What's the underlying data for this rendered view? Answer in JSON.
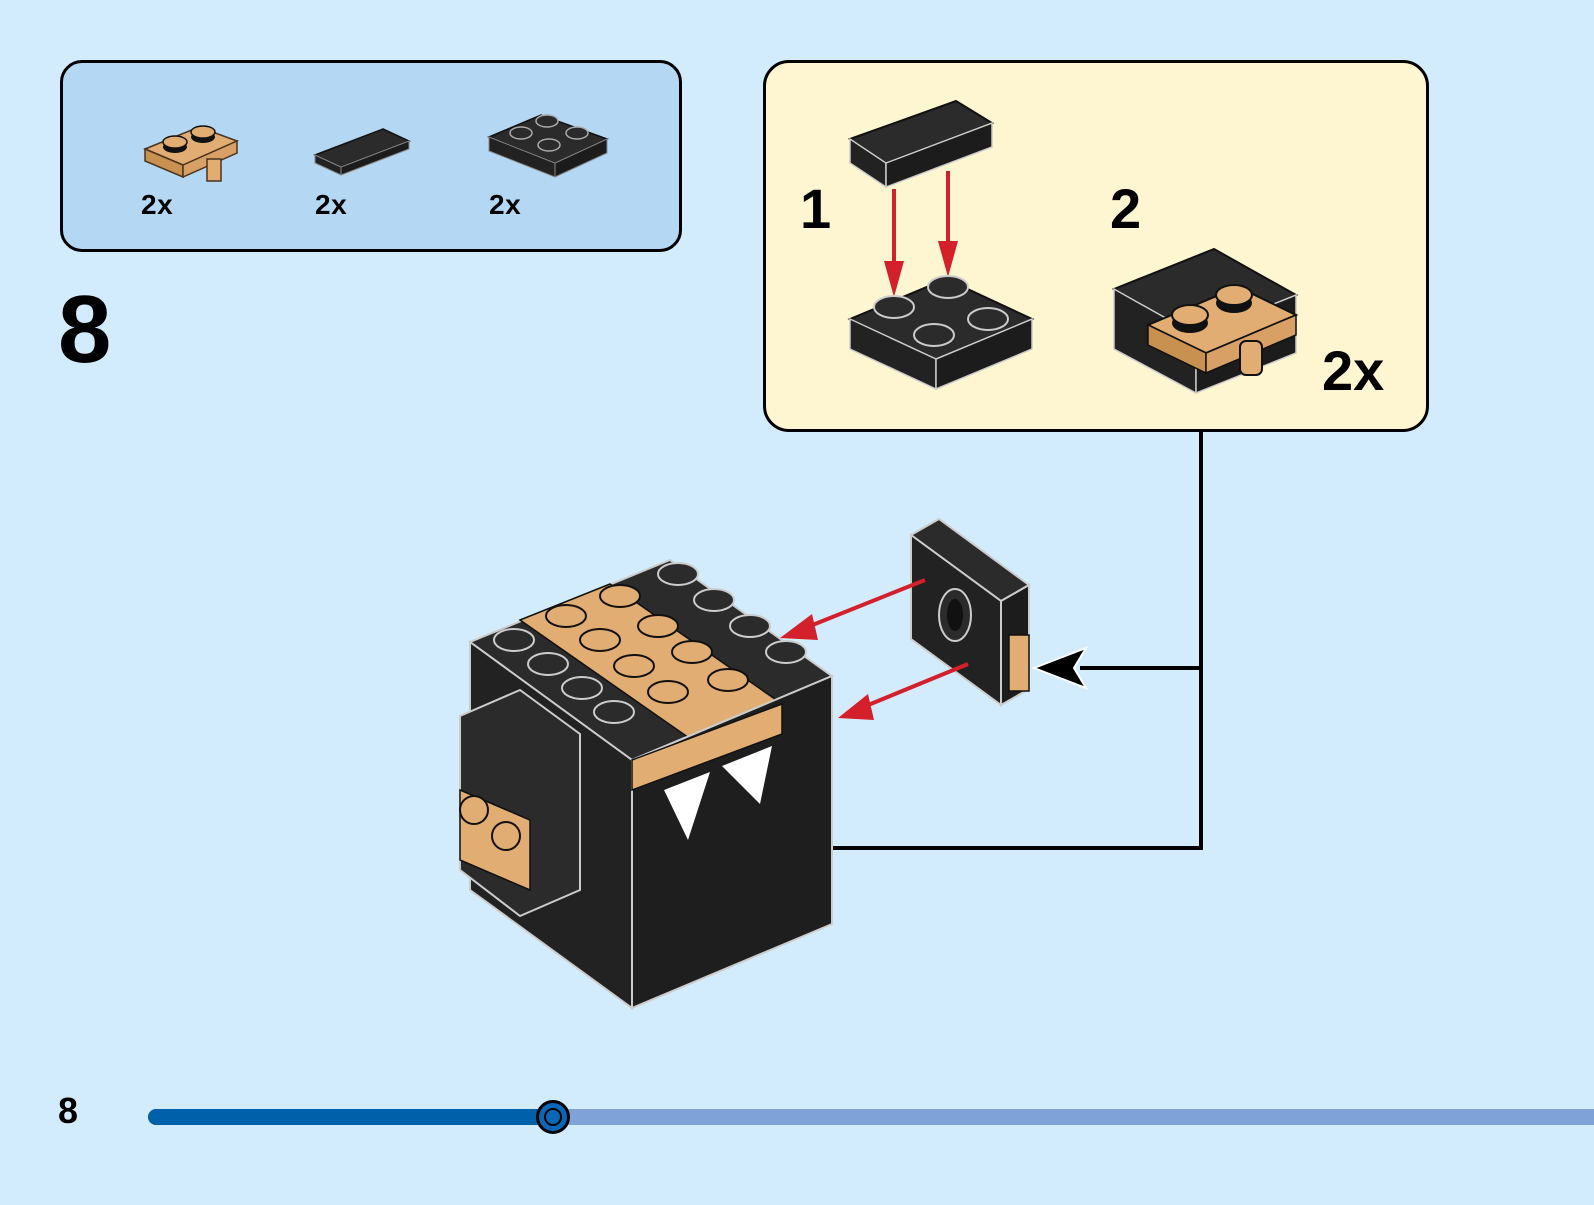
{
  "page": {
    "step_number": "8",
    "page_number": "8",
    "background_color": "#d2ebfd"
  },
  "parts_list": {
    "items": [
      {
        "name": "tan plate 1x2 with clip",
        "color": "#e2ad72",
        "quantity": "2x"
      },
      {
        "name": "black tile 1x2",
        "color": "#2b2b2b",
        "quantity": "2x"
      },
      {
        "name": "black plate 2x2",
        "color": "#2b2b2b",
        "quantity": "2x"
      }
    ],
    "box_color": "#b4d8f3"
  },
  "sub_assembly": {
    "box_color": "#fef5d1",
    "steps": [
      {
        "number": "1"
      },
      {
        "number": "2"
      }
    ],
    "multiplier": "2x"
  },
  "colors": {
    "brick_black": "#2b2b2b",
    "brick_tan": "#e2ad72",
    "arrow_red": "#d3202a",
    "tooth_white": "#ffffff"
  },
  "progress": {
    "fraction": 0.28,
    "fill_color": "#0060aa",
    "track_color": "#7fa3d9"
  }
}
